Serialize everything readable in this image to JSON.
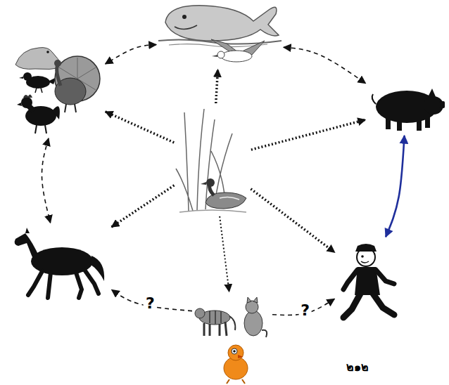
{
  "diagram": {
    "nodes": [
      {
        "text": []
      },
      {
        "text": []
      },
      {
        "text": []
      },
      {
        "text": []
      },
      {
        "text": []
      },
      {
        "text": []
      },
      {
        "text": []
      }
    ],
    "edges": [
      {
        "from": 3,
        "to": 0,
        "arrow": "to"
      },
      {
        "from": 3,
        "to": 1,
        "arrow": "to"
      },
      {
        "from": 3,
        "to": 2,
        "arrow": "to"
      },
      {
        "from": 3,
        "to": 4,
        "arrow": "to"
      },
      {
        "from": 3,
        "to": 5,
        "arrow": "to"
      },
      {
        "from": 3,
        "to": 6,
        "arrow": "to"
      },
      {
        "from": 0,
        "to": 1,
        "arrow": "both"
      },
      {
        "from": 0,
        "to": 2,
        "arrow": "both"
      },
      {
        "from": 1,
        "to": 4,
        "arrow": "both"
      },
      {
        "from": 2,
        "to": 5,
        "arrow": "both"
      },
      {
        "from": 6,
        "to": 4,
        "label": "?",
        "arrow": "to"
      },
      {
        "from": 6,
        "to": 5,
        "label": "?",
        "arrow": "to"
      }
    ],
    "labels": [
      "๒๑๒"
    ]
  }
}
